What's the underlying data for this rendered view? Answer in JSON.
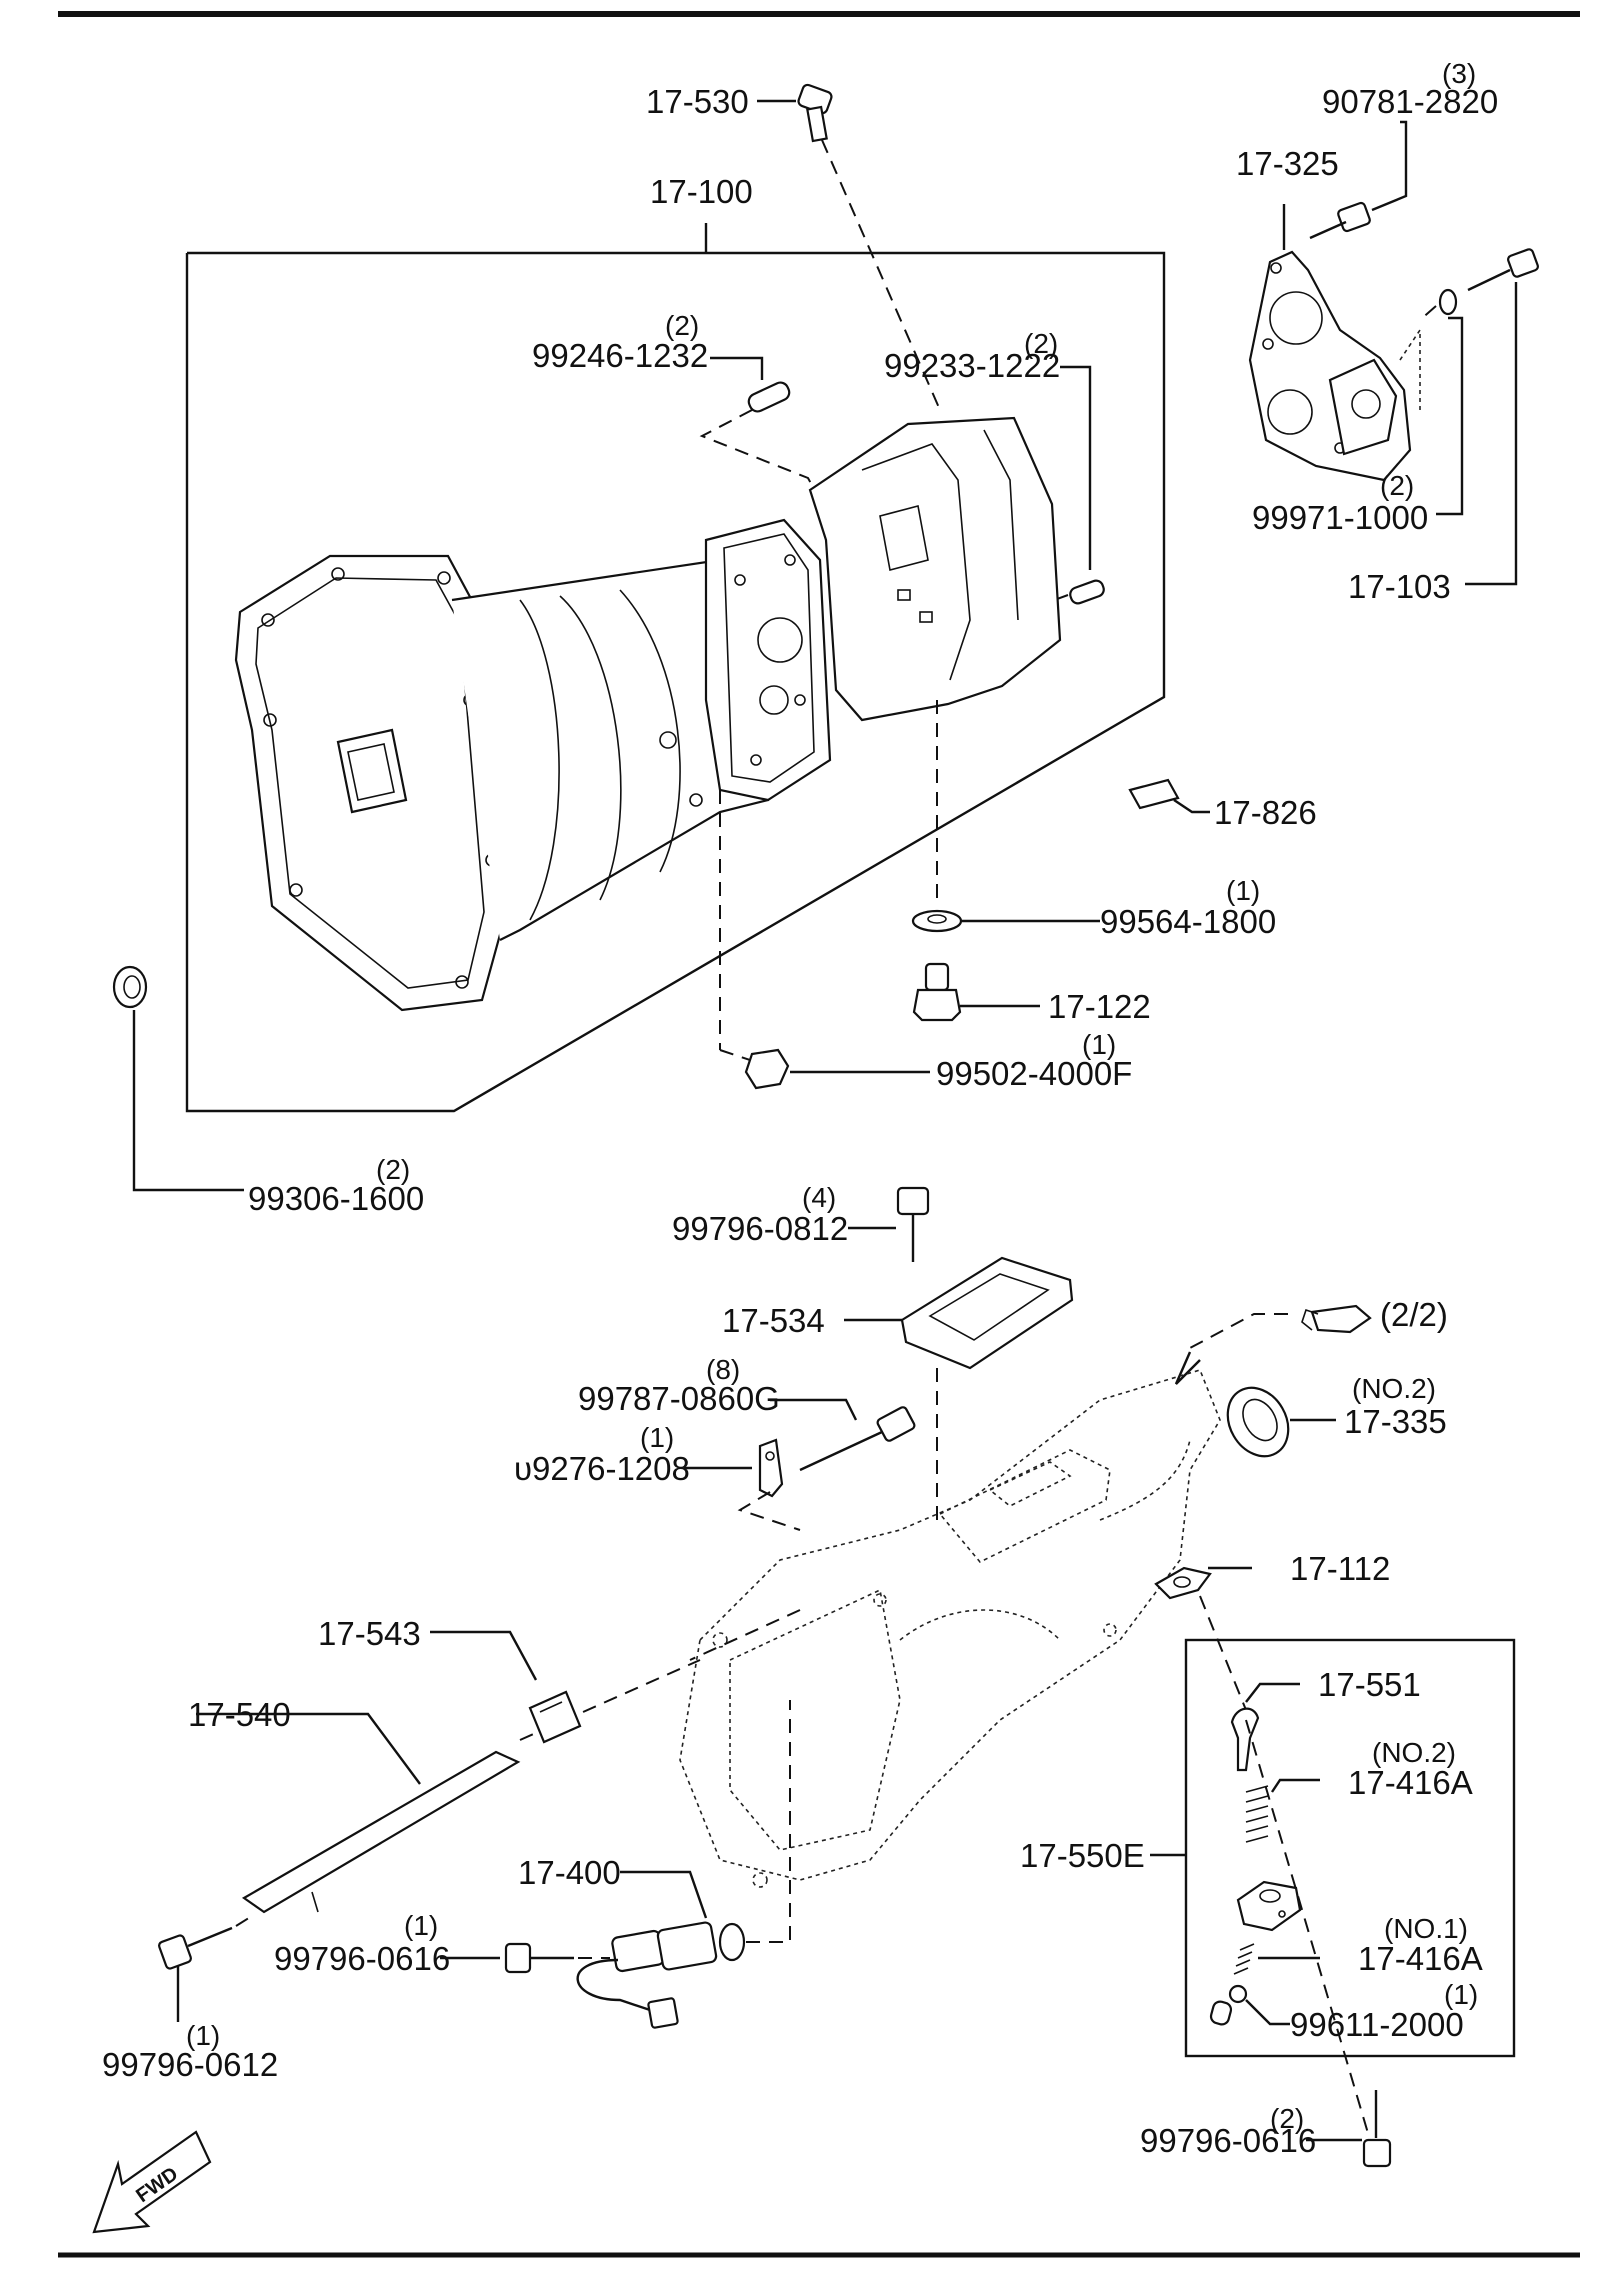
{
  "colors": {
    "ink": "#111111",
    "paper": "#ffffff"
  },
  "icons": {
    "fwd": "fwd-arrow-icon",
    "ref": "pointing-hand-icon"
  },
  "labels": {
    "p17_530": "17-530",
    "p17_100": "17-100",
    "p99246": "99246-1232",
    "q99246": "(2)",
    "p99233": "99233-1222",
    "q99233": "(2)",
    "p90781": "90781-2820",
    "q90781": "(3)",
    "p17_325": "17-325",
    "p99971": "99971-1000",
    "q99971": "(2)",
    "p17_103": "17-103",
    "p17_826": "17-826",
    "p99564": "99564-1800",
    "q99564": "(1)",
    "p17_122": "17-122",
    "p99502": "99502-4000F",
    "q99502": "(1)",
    "p99306": "99306-1600",
    "q99306": "(2)",
    "p99796_0812": "99796-0812",
    "q99796_0812": "(4)",
    "p17_534": "17-534",
    "ref": "(2/2)",
    "p99787": "99787-0860G",
    "q99787": "(8)",
    "p99276": "υ9276-1208",
    "q99276": "(1)",
    "p17_335": "17-335",
    "q17_335": "(NO.2)",
    "p17_112": "17-112",
    "p17_543": "17-543",
    "p17_540": "17-540",
    "p17_551": "17-551",
    "p17_416a_top": "17-416A",
    "q17_416a_top": "(NO.2)",
    "p17_550e": "17-550E",
    "p17_400": "17-400",
    "p99796_0616_a": "99796-0616",
    "q99796_0616_a": "(1)",
    "p17_416a_bot": "17-416A",
    "q17_416a_bot": "(NO.1)",
    "p99611": "99611-2000",
    "q99611": "(1)",
    "p99796_0612": "99796-0612",
    "q99796_0612": "(1)",
    "p99796_0616_b": "99796-0616",
    "q99796_0616_b": "(2)",
    "fwd": "FWD"
  }
}
